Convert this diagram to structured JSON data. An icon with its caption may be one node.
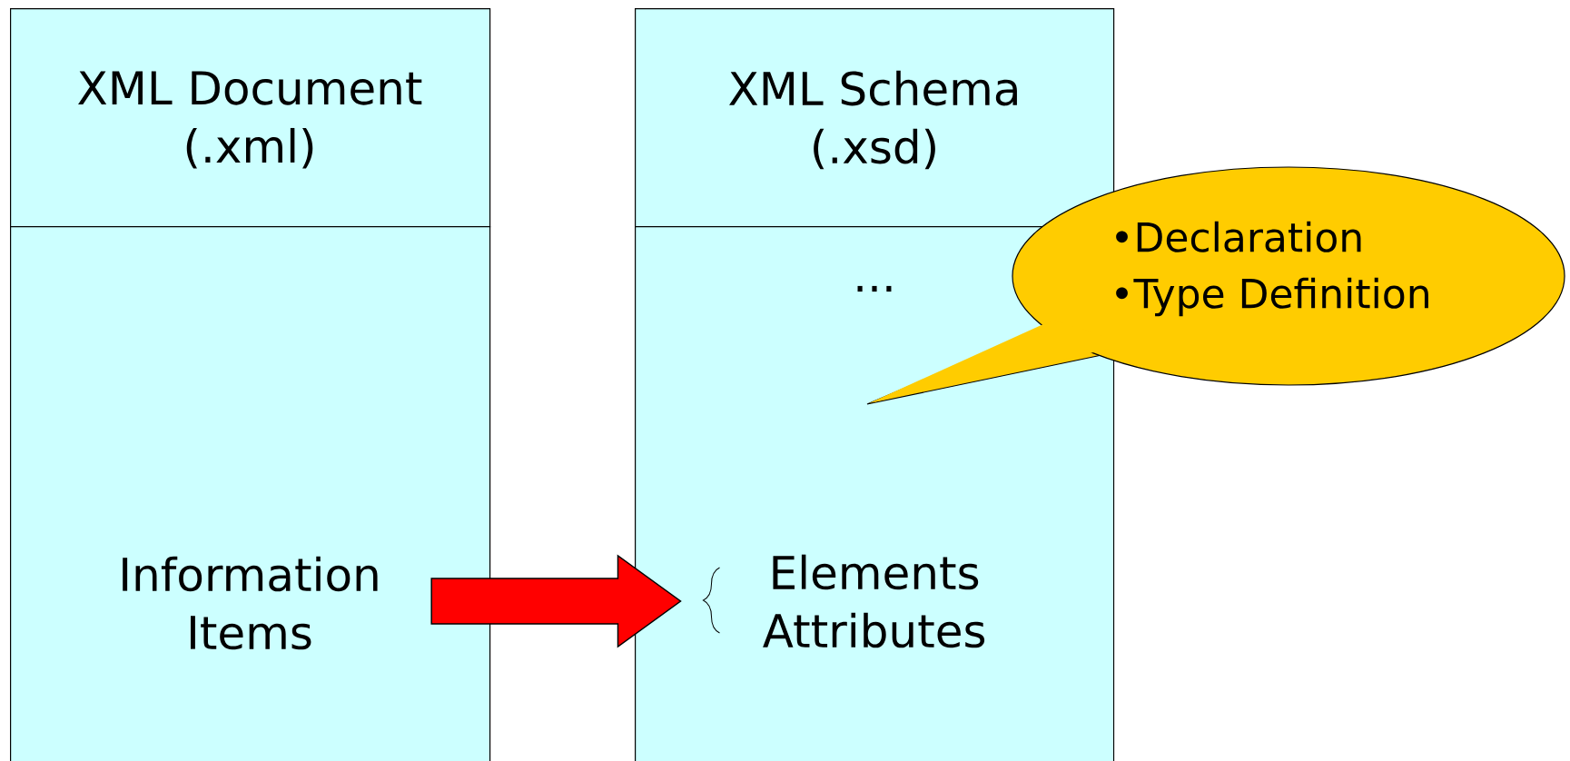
{
  "diagram": {
    "nodes": [
      {
        "text": [
          "XML Document (.xml)"
        ]
      },
      {
        "text": [
          "Information Items"
        ]
      },
      {
        "text": [
          "XML Schema (.xsd)"
        ]
      },
      {
        "text": [
          "..."
        ]
      },
      {
        "text": [
          "Elements",
          "Attributes"
        ],
        "in": 3
      },
      {
        "text": [
          "•Declaration",
          "•Type Definition"
        ]
      }
    ],
    "edges": [
      {
        "from": 1,
        "to": 4,
        "arrow": "to",
        "style": "thick",
        "color": "#ff0000"
      }
    ]
  }
}
